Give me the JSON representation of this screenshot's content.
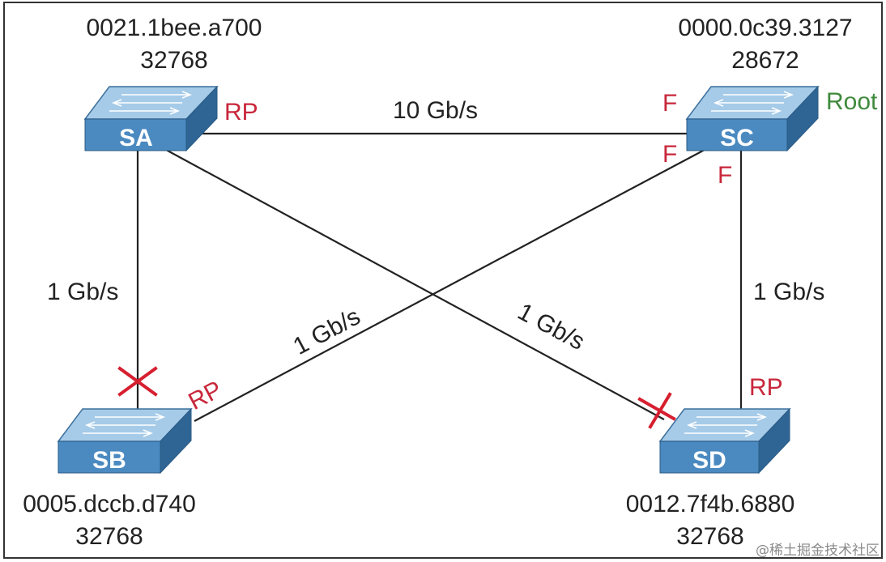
{
  "switches": [
    {
      "name": "SA",
      "mac": "0021.1bee.a700",
      "priority": "32768"
    },
    {
      "name": "SC",
      "mac": "0000.0c39.3127",
      "priority": "28672"
    },
    {
      "name": "SB",
      "mac": "0005.dccb.d740",
      "priority": "32768"
    },
    {
      "name": "SD",
      "mac": "0012.7f4b.6880",
      "priority": "32768"
    }
  ],
  "links": [
    {
      "from": "SA",
      "to": "SC",
      "speed": "10 Gb/s"
    },
    {
      "from": "SA",
      "to": "SB",
      "speed": "1 Gb/s"
    },
    {
      "from": "SB",
      "to": "SC",
      "speed": "1 Gb/s"
    },
    {
      "from": "SA",
      "to": "SD",
      "speed": "1 Gb/s"
    },
    {
      "from": "SC",
      "to": "SD",
      "speed": "1 Gb/s"
    }
  ],
  "port_roles": {
    "sa_to_sc": "RP",
    "sc_to_sa": "F",
    "sc_to_sb": "F",
    "sc_to_sd": "F",
    "sb_to_sc": "RP",
    "sd_to_sc": "RP"
  },
  "root_label": "Root",
  "watermark": "@稀土掘金技术社区",
  "colors": {
    "switch_face": "#4a89bf",
    "switch_top": "#9cc4e4",
    "port_role": "#c8273b",
    "root": "#3f8a3c",
    "blocked": "#d61f2f"
  }
}
